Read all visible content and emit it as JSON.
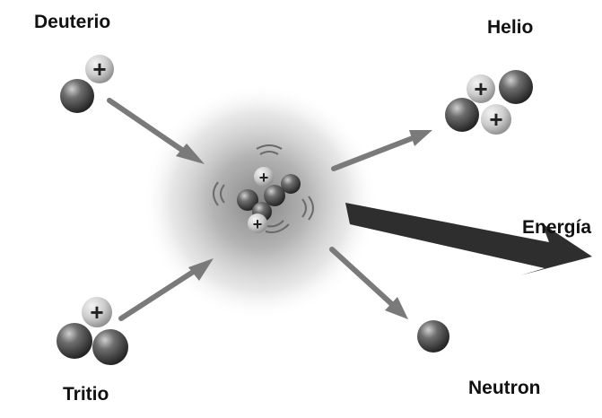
{
  "labels": {
    "deuterium": "Deuterio",
    "tritium": "Tritio",
    "helium": "Helio",
    "energy": "Energía",
    "neutron": "Neutron"
  },
  "symbols": {
    "proton_sign": "+"
  },
  "colors": {
    "background": "#ffffff",
    "text": "#111111",
    "arrow": "#7a7a7a",
    "energy_arrow": "#2e2e2e",
    "proton_fill": "#d2d2d2",
    "neutron_fill": "#444444",
    "glow": "#8c8c8c"
  }
}
